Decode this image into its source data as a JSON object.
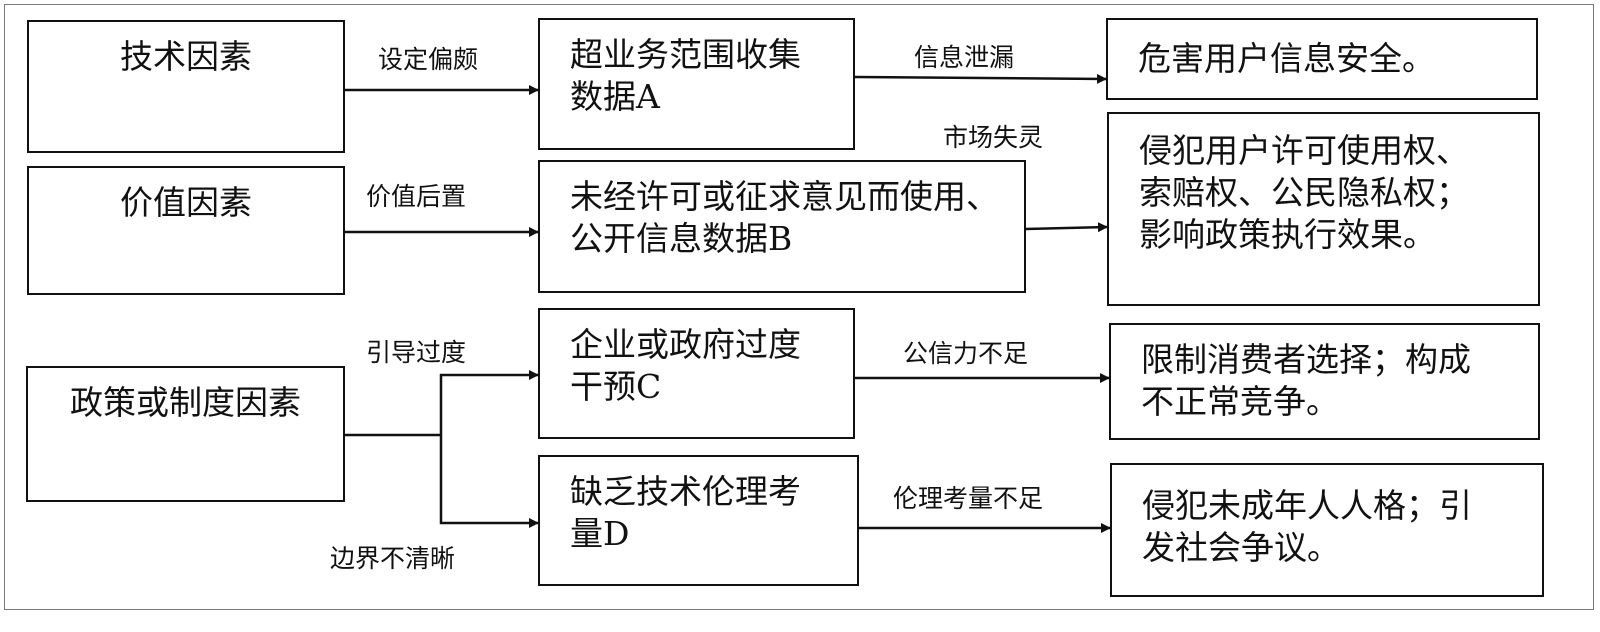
{
  "causes": {
    "tech": "技术因素",
    "value": "价值因素",
    "policy": "政策或制度因素"
  },
  "mids": {
    "a": "超业务范围收集\n数据A",
    "b": "未经许可或征求意见而使用、\n公开信息数据B",
    "c": "企业或政府过度\n干预C",
    "d": "缺乏技术伦理考\n量D"
  },
  "results": {
    "r1": "危害用户信息安全。",
    "r2": "侵犯用户许可使用权、\n索赔权、公民隐私权；\n影响政策执行效果。",
    "r3": "限制消费者选择；构成\n不正常竞争。",
    "r4": "侵犯未成年人人格；引\n发社会争议。"
  },
  "labels": {
    "l1": "设定偏颇",
    "l2": "价值后置",
    "l3": "引导过度",
    "l4": "边界不清晰",
    "l5": "信息泄漏",
    "l6": "市场失灵",
    "l7": "公信力不足",
    "l8": "伦理考量不足"
  }
}
